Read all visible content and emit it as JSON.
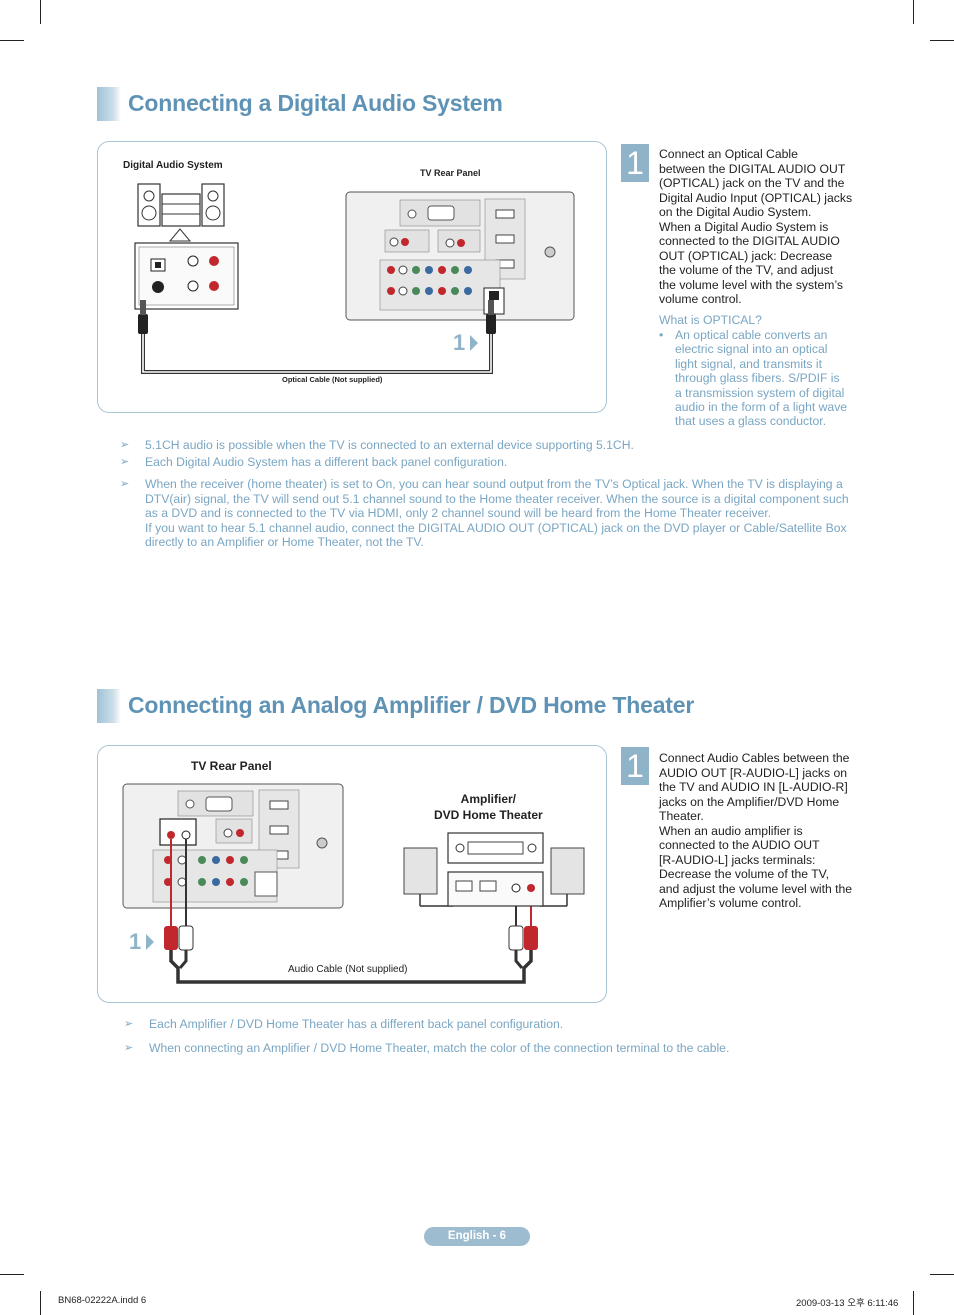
{
  "section1": {
    "title": "Connecting a Digital Audio System",
    "labels": {
      "device": "Digital Audio System",
      "tv_panel": "TV Rear Panel",
      "cable": "Optical Cable (Not supplied)",
      "step_marker": "1"
    },
    "step": {
      "number": "1",
      "lines": [
        "Connect an Optical Cable",
        "between the DIGITAL AUDIO OUT",
        "(OPTICAL) jack on the TV and the",
        "Digital Audio Input (OPTICAL) jacks",
        "on the Digital Audio System.",
        "When a Digital Audio System is",
        "connected to the DIGITAL AUDIO",
        "OUT (OPTICAL) jack: Decrease",
        "the volume of the TV, and adjust",
        "the volume level with the system’s",
        "volume control."
      ]
    },
    "optical": {
      "title": "What is OPTICAL?",
      "bullet": "•",
      "lines": [
        "An optical cable converts an",
        "electric signal into an optical",
        "light signal, and transmits it",
        "through glass fibers. S/PDIF is",
        "a transmission system of digital",
        "audio in the form of a light wave",
        "that uses a glass conductor."
      ]
    },
    "notes": [
      {
        "arrow": "➢",
        "lines": [
          "5.1CH audio is possible when the TV is connected to an external device supporting 5.1CH."
        ]
      },
      {
        "arrow": "➢",
        "lines": [
          "Each Digital Audio System has a different back panel configuration."
        ]
      },
      {
        "arrow": "➢",
        "lines": [
          "When the receiver (home theater) is set to On, you can hear sound output from the TV’s Optical jack. When the TV is displaying a",
          "DTV(air) signal, the TV will send out 5.1 channel sound to the Home theater receiver. When the source is a digital component such",
          "as a DVD and is connected to the TV via HDMI, only 2 channel sound will be heard from the Home Theater receiver.",
          "If you want to hear 5.1 channel audio, connect the DIGITAL AUDIO OUT (OPTICAL) jack on the DVD player or Cable/Satellite Box",
          "directly to an Amplifier or Home Theater, not the TV."
        ]
      }
    ]
  },
  "section2": {
    "title": "Connecting an Analog Amplifier / DVD Home Theater",
    "labels": {
      "tv_panel": "TV Rear Panel",
      "amp_line1": "Amplifier/",
      "amp_line2": "DVD Home Theater",
      "cable": "Audio Cable (Not supplied)",
      "step_marker": "1"
    },
    "step": {
      "number": "1",
      "lines": [
        "Connect Audio Cables between the",
        "AUDIO OUT [R-AUDIO-L] jacks on",
        "the TV and AUDIO IN [L-AUDIO-R]",
        "jacks on the Amplifier/DVD Home",
        "Theater.",
        "When an audio amplifier is",
        "connected to the AUDIO OUT",
        "[R-AUDIO-L] jacks terminals:",
        "Decrease the volume of the TV,",
        "and adjust the volume level with the",
        "Amplifier’s volume control."
      ]
    },
    "notes": [
      {
        "arrow": "➢",
        "lines": [
          "Each Amplifier / DVD Home Theater has a different back panel configuration."
        ]
      },
      {
        "arrow": "➢",
        "lines": [
          "When connecting an Amplifier / DVD Home Theater, match the color of the connection terminal to the cable."
        ]
      }
    ]
  },
  "footer": {
    "page": "English - 6",
    "slug_left": "BN68-02222A.indd   6",
    "slug_right": "2009-03-13   오후 6:11:46"
  },
  "colors": {
    "accent": "#5f93b6",
    "note": "#7aa6c3",
    "box_border": "#a8c5d6",
    "jack_red": "#c0282d"
  }
}
